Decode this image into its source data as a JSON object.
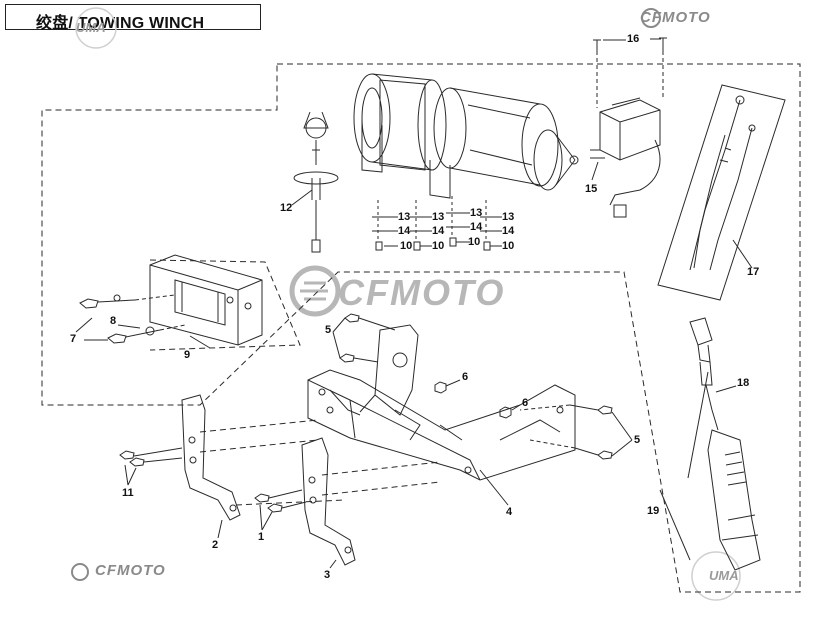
{
  "header": {
    "title": "绞盘/ TOWING WINCH"
  },
  "brand": {
    "top": "CFMOTO",
    "center": "CFMOTO",
    "bottom": "CFMOTO"
  },
  "watermarks": {
    "top": "UMA",
    "bottom": "UMA"
  },
  "callouts": {
    "c1": "1",
    "c2": "2",
    "c3": "3",
    "c4": "4",
    "c5a": "5",
    "c5b": "5",
    "c6a": "6",
    "c6b": "6",
    "c7": "7",
    "c8": "8",
    "c9": "9",
    "c10a": "10",
    "c10b": "10",
    "c10c": "10",
    "c10d": "10",
    "c11": "11",
    "c12": "12",
    "c13a": "13",
    "c13b": "13",
    "c13c": "13",
    "c13d": "13",
    "c14a": "14",
    "c14b": "14",
    "c14c": "14",
    "c14d": "14",
    "c15": "15",
    "c16": "16",
    "c17": "17",
    "c18": "18",
    "c19": "19"
  },
  "colors": {
    "line": "#2a2a2a",
    "brand_gray": "#8a8a8a"
  }
}
